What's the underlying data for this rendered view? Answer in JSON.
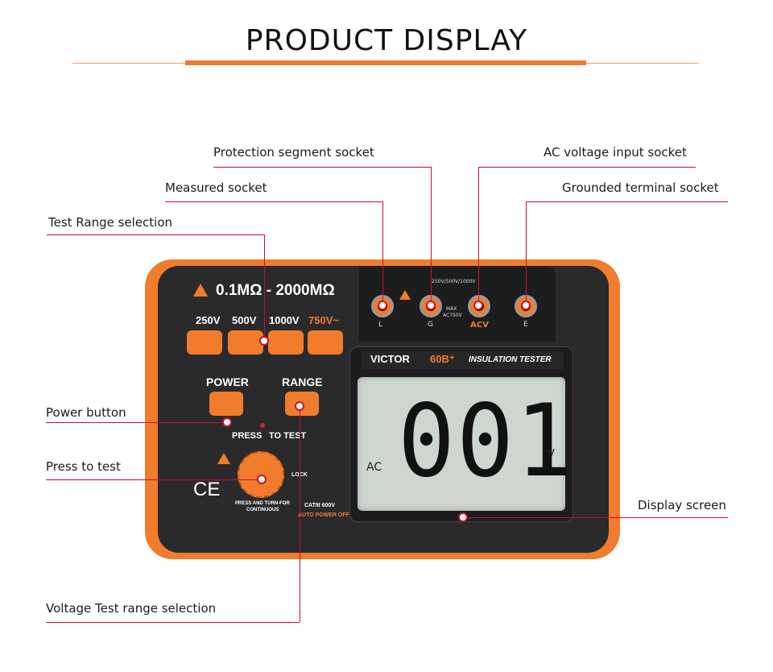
{
  "header": {
    "title": "PRODUCT DISPLAY"
  },
  "callouts": {
    "protection": "Protection segment socket",
    "ac_input": "AC voltage input socket",
    "measured": "Measured socket",
    "grounded": "Grounded terminal socket",
    "test_range": "Test Range selection",
    "power": "Power button",
    "press_test": "Press to test",
    "display": "Display screen",
    "voltage_range": "Voltage Test range selection"
  },
  "device": {
    "range_text": "0.1MΩ - 2000MΩ",
    "voltages": [
      "250V",
      "500V",
      "1000V",
      "750V~"
    ],
    "power_label": "POWER",
    "range_label": "RANGE",
    "press_label": "PRESS",
    "to_test_label": "TO TEST",
    "lock_label": "LOCK",
    "turn_label_1": "PRESS AND TURN-FOR",
    "turn_label_2": "CONTINUOUS",
    "cat_label": "CATIII 600V",
    "auto_off": "AUTO POWER OFF",
    "ce_mark": "CE",
    "brand": "VICTOR",
    "model": "60B⁺",
    "product": "INSULATION TESTER",
    "socket_top": "250V/500V/1000V",
    "socket_max": "MAX",
    "socket_ac": "AC750V",
    "socket_labels": [
      "L",
      "G",
      "ACV",
      "E"
    ],
    "lcd_value": "001",
    "lcd_mode": "AC",
    "lcd_unit": "V"
  },
  "colors": {
    "accent": "#f07c2c",
    "leader": "#c8102e",
    "body": "#2a2a2c"
  }
}
